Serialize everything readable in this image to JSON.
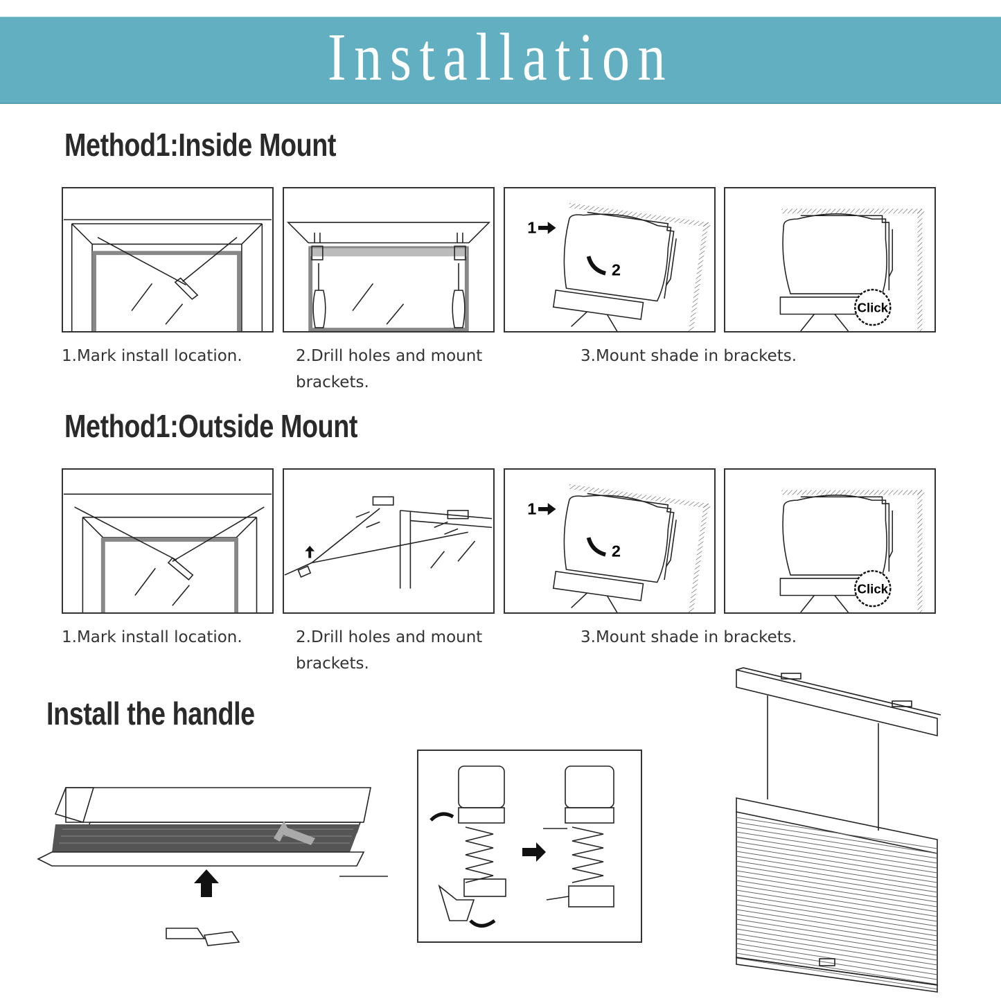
{
  "header": {
    "title": "Installation",
    "band_color": "#62afc2"
  },
  "sections": [
    {
      "heading": "Method1:Inside Mount",
      "captions": [
        "1.Mark install location.",
        "2.Drill holes and mount brackets.",
        "3.Mount shade in brackets."
      ],
      "step3_labels": {
        "arrow1": "1",
        "arrow2": "2",
        "click": "Click"
      }
    },
    {
      "heading": "Method1:Outside Mount",
      "captions": [
        "1.Mark install location.",
        "2.Drill holes and mount brackets.",
        "3.Mount shade in brackets."
      ],
      "step3_labels": {
        "arrow1": "1",
        "arrow2": "2",
        "click": "Click"
      }
    }
  ],
  "handle": {
    "heading": "Install the handle"
  },
  "icons": [
    "arrow-right-icon",
    "curved-arrow-icon",
    "click-badge-icon",
    "arrow-up-icon",
    "drill-icon",
    "pencil-icon"
  ]
}
